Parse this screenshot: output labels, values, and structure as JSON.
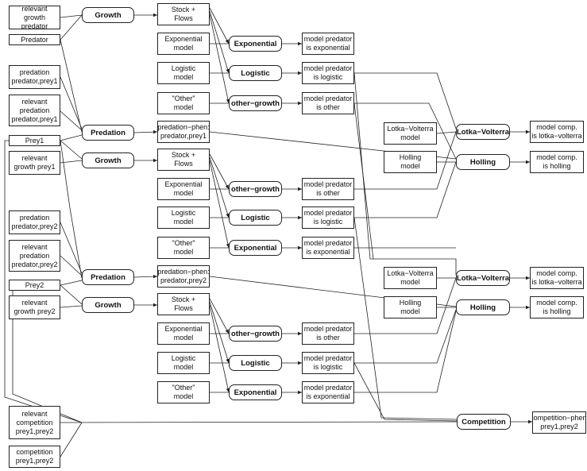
{
  "nodes": {
    "relevant_growth_predator": "relevant\ngrowth predator",
    "predator": "Predator",
    "predation_pred_prey1": "predation\npredator,prey1",
    "relevant_predation_prey1": "relevant\npredation\npredator,prey1",
    "prey1": "Prey1",
    "relevant_growth_prey1": "relevant\ngrowth prey1",
    "predation_pred_prey2": "predation\npredator,prey2",
    "relevant_predation_prey2": "relevant\npredation\npredator,prey2",
    "prey2": "Prey2",
    "relevant_growth_prey2": "relevant\ngrowth prey2",
    "relevant_competition": "relevant\ncompetition\nprey1,prey2",
    "competition_prey": "competition\nprey1,prey2",
    "growth_1": "Growth",
    "predation_1": "Predation",
    "growth_2": "Growth",
    "predation_2": "Predation",
    "growth_3": "Growth",
    "stock_flows_1": "Stock +\nFlows",
    "exp_model_1": "Exponential\nmodel",
    "log_model_1": "Logistic\nmodel",
    "other_model_1": "\"Other\"\nmodel",
    "pp_phen_1": "predation−phen:\npredator,prey1",
    "stock_flows_2": "Stock +\nFlows",
    "exp_model_2": "Exponential\nmodel",
    "log_model_2": "Logistic\nmodel",
    "other_model_2": "\"Other\"\nmodel",
    "pp_phen_2": "predation−phen:\npredator,prey2",
    "stock_flows_3": "Stock +\nFlows",
    "exp_model_3": "Exponential\nmodel",
    "log_model_3": "Logistic\nmodel",
    "other_model_3": "\"Other\"\nmodel",
    "exponential_1": "Exponential",
    "logistic_1": "Logistic",
    "other_growth_1": "other−growth",
    "other_growth_2": "other−growth",
    "logistic_2": "Logistic",
    "exponential_2": "Exponential",
    "other_growth_3": "other−growth",
    "logistic_3": "Logistic",
    "exponential_3": "Exponential",
    "mp_exp_1": "model predator\nis exponential",
    "mp_log_1": "model predator\nis logistic",
    "mp_other_1": "model predator\nis other",
    "mp_other_2": "model predator\nis other",
    "mp_log_2": "model predator\nis logistic",
    "mp_exp_2": "model predator\nis exponential",
    "mp_other_3": "model predator\nis other",
    "mp_log_3": "model predator\nis logistic",
    "mp_exp_3": "model predator\nis exponential",
    "lv_model_1": "Lotka−Volterra\nmodel",
    "holling_model_1": "Holling\nmodel",
    "lv_model_2": "Lotka−Volterra\nmodel",
    "holling_model_2": "Holling\nmodel",
    "lv_op_1": "Lotka−Volterra",
    "holling_op_1": "Holling",
    "lv_op_2": "Lotka−Volterra",
    "holling_op_2": "Holling",
    "competition_op": "Competition",
    "mc_lv_1": "model comp.\nis lotka−volterra",
    "mc_holling_1": "model comp.\nis holling",
    "mc_lv_2": "model comp.\nis lotka−volterra",
    "mc_holling_2": "model comp.\nis holling",
    "competition_phen": "competition−phen:\nprey1,prey2"
  }
}
